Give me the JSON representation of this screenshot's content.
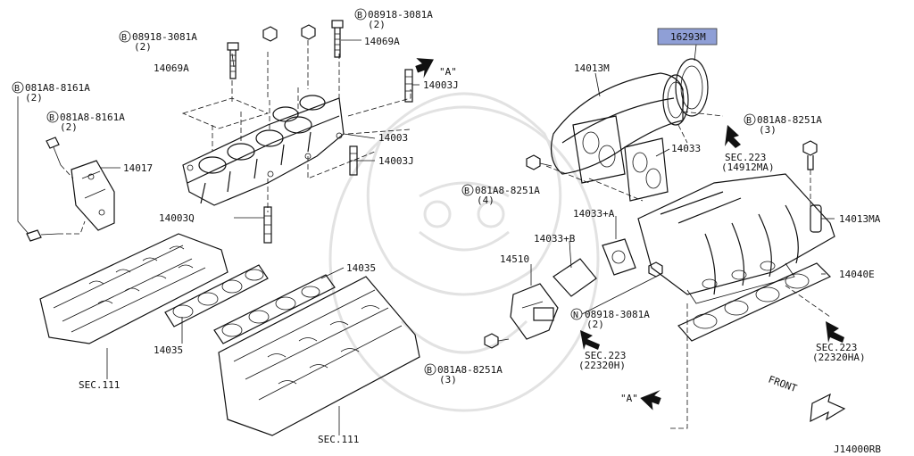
{
  "diagram_id": "J14000RB",
  "callouts": {
    "p16293M": "16293M",
    "p14013M": "14013M",
    "p14013MA": "14013MA",
    "p14033": "14033",
    "p14033A": "14033+A",
    "p14033B": "14033+B",
    "p14040E": "14040E",
    "p14510": "14510",
    "p14003": "14003",
    "p14003J_top": "14003J",
    "p14003J_mid": "14003J",
    "p14003Q": "14003Q",
    "p14069A_left": "14069A",
    "p14069A_right": "14069A",
    "p14017": "14017",
    "p14035_left": "14035",
    "p14035_right": "14035"
  },
  "bolts": {
    "b08918_left": {
      "code": "08918-3081A",
      "qty": "(2)",
      "prefix": "B"
    },
    "b08918_right": {
      "code": "08918-3081A",
      "qty": "(2)",
      "prefix": "B"
    },
    "b081A8_8161_top": {
      "code": "081A8-8161A",
      "qty": "(2)",
      "prefix": "B"
    },
    "b081A8_8161_mid": {
      "code": "081A8-8161A",
      "qty": "(2)",
      "prefix": "B"
    },
    "b081A8_8251_right": {
      "code": "081A8-8251A",
      "qty": "(3)",
      "prefix": "B"
    },
    "b081A8_8251_mid": {
      "code": "081A8-8251A",
      "qty": "(4)",
      "prefix": "B"
    },
    "b081A8_8251_bottom": {
      "code": "081A8-8251A",
      "qty": "(3)",
      "prefix": "B"
    },
    "n08918_nut": {
      "code": "08918-3081A",
      "qty": "(2)",
      "prefix": "N"
    }
  },
  "sections": {
    "sec223_14912MA": {
      "title": "SEC.223",
      "sub": "(14912MA)"
    },
    "sec223_22320H": {
      "title": "SEC.223",
      "sub": "(22320H)"
    },
    "sec223_22320HA": {
      "title": "SEC.223",
      "sub": "(22320HA)"
    },
    "sec111_left": {
      "title": "SEC.111"
    },
    "sec111_right": {
      "title": "SEC.111"
    }
  },
  "markers": {
    "view_a_top": "\"A\"",
    "view_a_bottom": "\"A\""
  },
  "front_label": "FRONT",
  "colors": {
    "highlight": "#8f9fd6",
    "line": "#111111"
  }
}
